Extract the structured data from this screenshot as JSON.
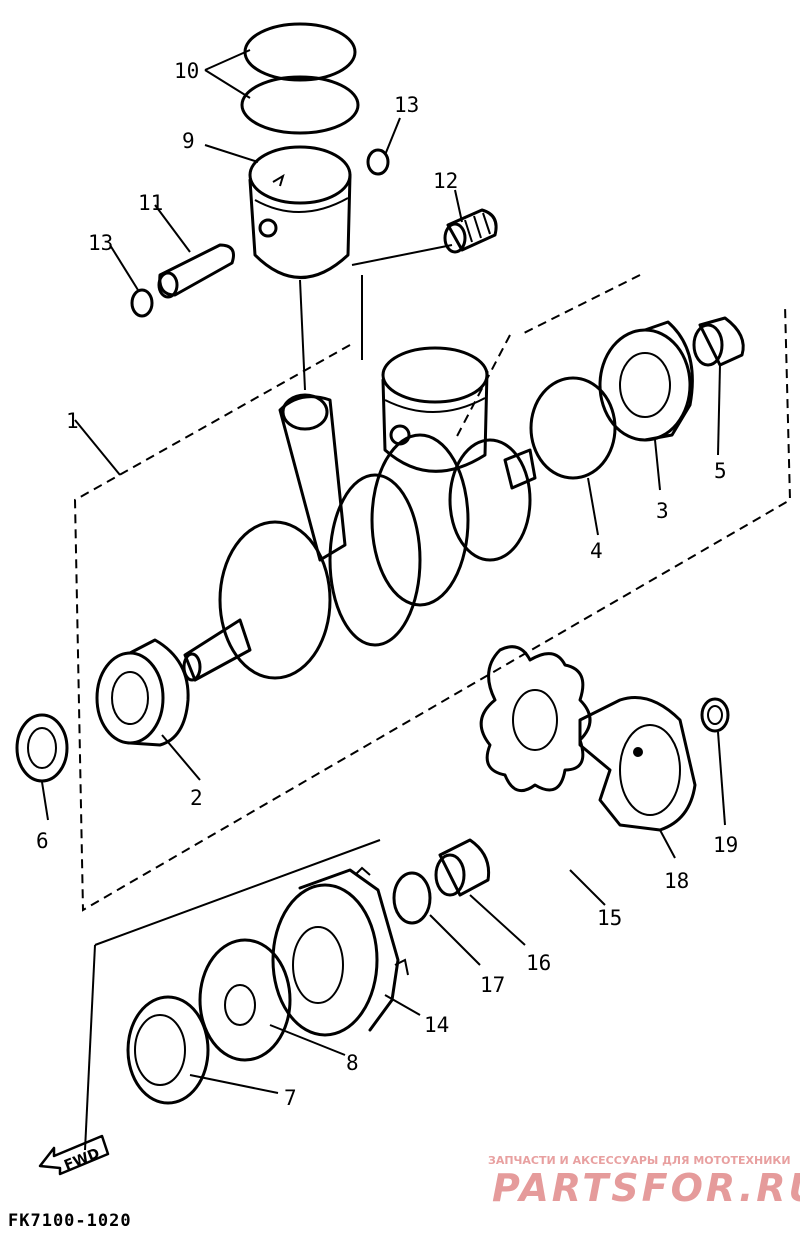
{
  "diagram": {
    "callouts": [
      {
        "id": "c1",
        "text": "1"
      },
      {
        "id": "c2",
        "text": "2"
      },
      {
        "id": "c3",
        "text": "3"
      },
      {
        "id": "c4",
        "text": "4"
      },
      {
        "id": "c5",
        "text": "5"
      },
      {
        "id": "c6",
        "text": "6"
      },
      {
        "id": "c7",
        "text": "7"
      },
      {
        "id": "c8",
        "text": "8"
      },
      {
        "id": "c9",
        "text": "9"
      },
      {
        "id": "c10",
        "text": "10"
      },
      {
        "id": "c11",
        "text": "11"
      },
      {
        "id": "c12",
        "text": "12"
      },
      {
        "id": "c13a",
        "text": "13"
      },
      {
        "id": "c13b",
        "text": "13"
      },
      {
        "id": "c14",
        "text": "14"
      },
      {
        "id": "c15",
        "text": "15"
      },
      {
        "id": "c16",
        "text": "16"
      },
      {
        "id": "c17",
        "text": "17"
      },
      {
        "id": "c18",
        "text": "18"
      },
      {
        "id": "c19",
        "text": "19"
      }
    ],
    "fwd_label": "FWD",
    "drawing_code": "FK7100-1020"
  },
  "watermark": {
    "tagline": "ЗАПЧАСТИ И АКСЕССУАРЫ ДЛЯ МОТОТЕХНИКИ",
    "logo": "PARTSFOR.RU",
    "color": "#e59b9b"
  }
}
